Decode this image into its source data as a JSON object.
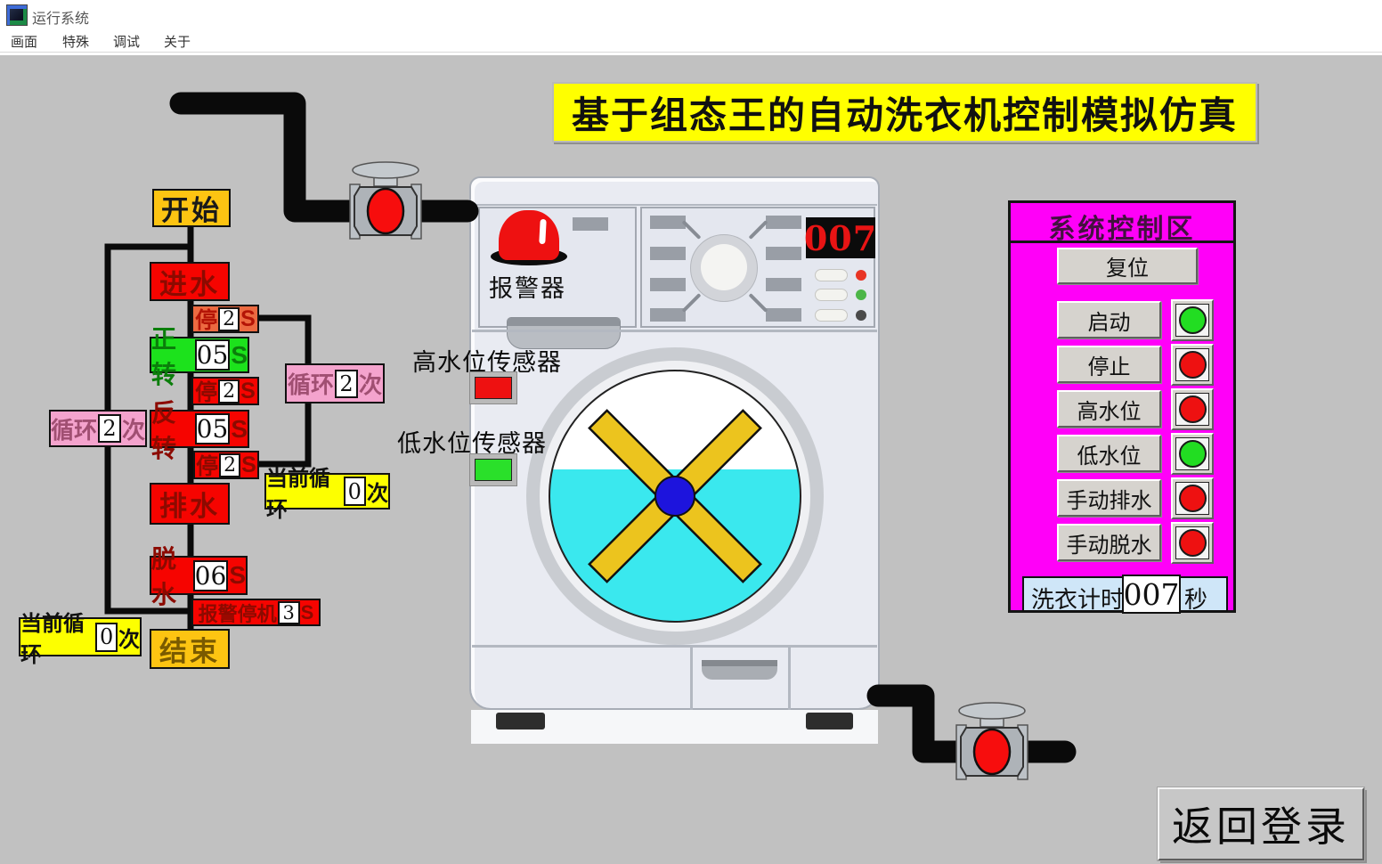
{
  "window": {
    "title": "运行系统",
    "menu": [
      "画面",
      "特殊",
      "调试",
      "关于"
    ]
  },
  "banner": {
    "title": "基于组态王的自动洗衣机控制模拟仿真"
  },
  "flow": {
    "start": "开始",
    "fill": "进水",
    "pause": "停",
    "pause1_value": "2",
    "unit_seconds": "S",
    "forward": "正转",
    "forward_value": "05",
    "pause2_value": "2",
    "reverse": "反转",
    "reverse_value": "05",
    "pause3_value": "2",
    "drain": "排水",
    "spin": "脱水",
    "spin_value": "06",
    "alarm_stop": "报警停机",
    "alarm_stop_value": "3",
    "end": "结束",
    "loop_label": "循环",
    "loop_value": "2",
    "loop_unit": "次",
    "current_loop_label": "当前循环",
    "current_loop_value": "0"
  },
  "machine": {
    "alarm_label": "报警器",
    "display_value": "007",
    "high_sensor_label": "高水位传感器",
    "low_sensor_label": "低水位传感器"
  },
  "control": {
    "title": "系统控制区",
    "reset_label": "复位",
    "rows": [
      {
        "label": "启动",
        "light_color": "#22dd22"
      },
      {
        "label": "停止",
        "light_color": "#ee1111"
      },
      {
        "label": "高水位",
        "light_color": "#ee1111"
      },
      {
        "label": "低水位",
        "light_color": "#22dd22"
      },
      {
        "label": "手动排水",
        "light_color": "#ee1111"
      },
      {
        "label": "手动脱水",
        "light_color": "#ee1111"
      }
    ],
    "timer_label": "洗衣计时",
    "timer_value": "007",
    "timer_unit": "秒"
  },
  "footer": {
    "back_button": "返回登录"
  },
  "colors": {
    "canvas_bg": "#c1c1c1",
    "water": "#3ae8ee",
    "high_sensor": "#ee1111",
    "low_sensor": "#2ae02a",
    "display_red": "#e81414"
  }
}
